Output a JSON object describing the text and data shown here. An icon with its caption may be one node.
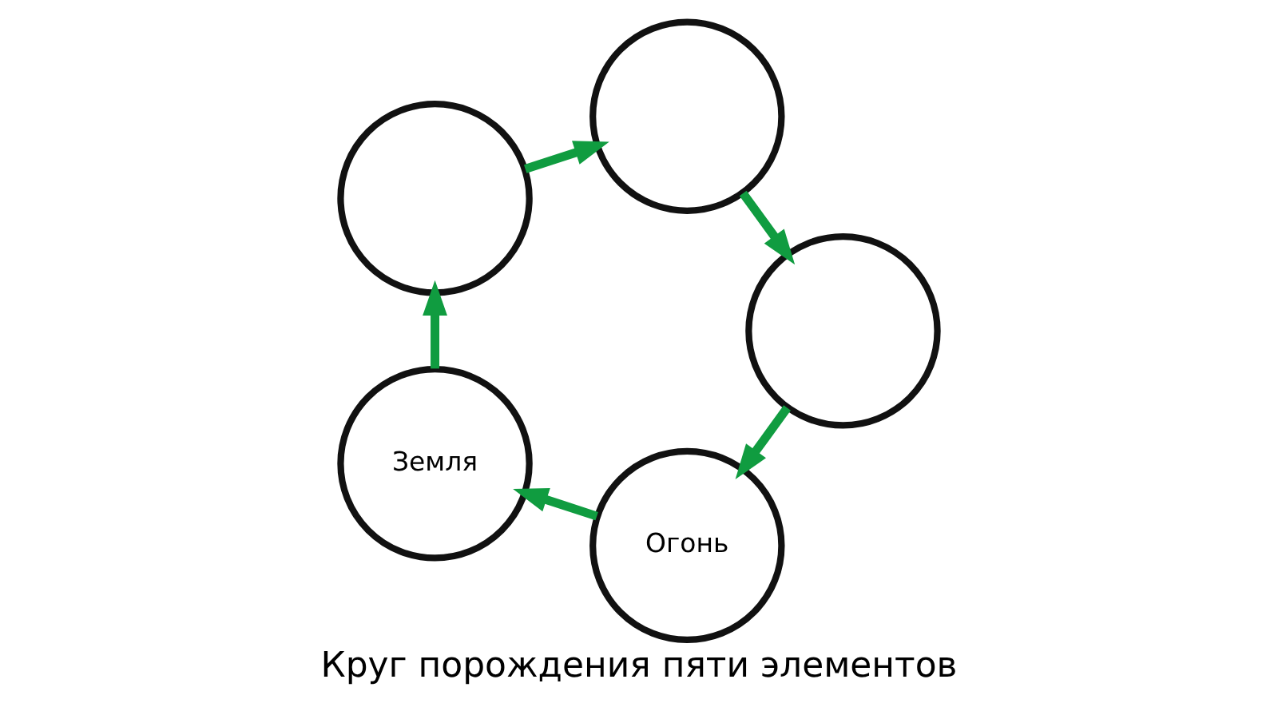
{
  "diagram": {
    "title": "Круг порождения пяти элементов",
    "nodes": [
      {
        "text": [
          "Огонь"
        ]
      },
      {
        "text": [
          "Земля"
        ]
      },
      {
        "text": [],
        "shape": "circle"
      },
      {
        "text": [],
        "shape": "circle"
      },
      {
        "text": [],
        "shape": "circle"
      }
    ],
    "edges": [
      {
        "from": 0,
        "to": 1,
        "arrow": "to"
      },
      {
        "from": 1,
        "to": 4,
        "arrow": "to"
      },
      {
        "from": 4,
        "to": 3,
        "arrow": "to"
      },
      {
        "from": 3,
        "to": 2,
        "arrow": "to"
      },
      {
        "from": 2,
        "to": 0,
        "arrow": "to"
      }
    ]
  }
}
